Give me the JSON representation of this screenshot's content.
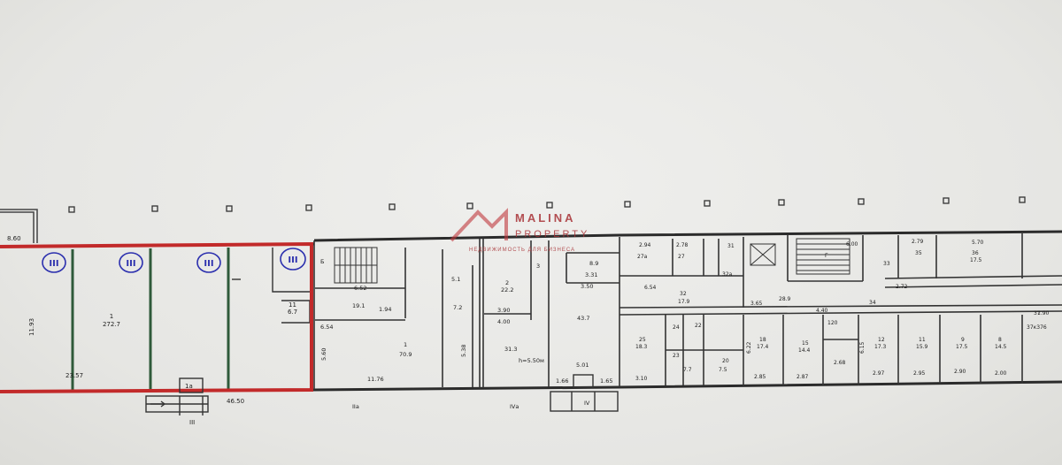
{
  "watermark": {
    "line1": "MALINA",
    "line2": "PROPERTY",
    "tagline": "НЕДВИЖИМОСТЬ ДЛЯ БИЗНЕСА",
    "color": "#c0383c"
  },
  "plan": {
    "highlight_color": "#c22a2a",
    "tenant_area": {
      "room": "1",
      "area": "272.7",
      "height": "11.93",
      "width": "23.57",
      "length": "46.50",
      "stamps": [
        "III",
        "III",
        "III",
        "III"
      ]
    },
    "labels": {
      "top_left_dim": "8.60",
      "room_1a": "1а",
      "roman_iii": "III",
      "roman_iia": "IIа",
      "roman_iva": "IVа",
      "roman_iv": "IV",
      "room_11": "11",
      "room_11_area": "6.7",
      "room_b": "Б",
      "room_g": "Г",
      "room_1_big": "1",
      "area_70_9": "70.9",
      "dim_11_76": "11.76",
      "dim_6_52": "6.52",
      "area_19_1": "19.1",
      "dim_1_94": "1.94",
      "dim_6_54": "6.54",
      "dim_5_60": "5.60",
      "dim_5_38": "5.38",
      "room_2": "2",
      "area_22_2": "22.2",
      "dim_3_90": "3.90",
      "dim_4_00": "4.00",
      "area_31_3": "31.3",
      "note_h": "h=5.50м",
      "room_3": "3",
      "area_5_1": "5.1",
      "area_7_2": "7.2",
      "area_8_9": "8.9",
      "dim_3_31": "3.31",
      "dim_3_50": "3.50",
      "area_43_7": "43.7",
      "dim_5_01": "5.01",
      "dim_1_66": "1.66",
      "dim_1_65": "1.65",
      "room_27a": "27а",
      "dim_2_94": "2.94",
      "dim_2_78": "2.78",
      "room_27": "27",
      "room_31": "31",
      "room_32a": "32а",
      "room_32": "32",
      "area_17_9": "17.9",
      "dim_6_54b": "6.54",
      "area_28_9": "28.9",
      "dim_3_65": "3.65",
      "dim_6_00": "6.00",
      "room_33": "33",
      "room_35": "35",
      "room_36": "36",
      "area_17_5": "17.5",
      "dim_5_70": "5.70",
      "dim_2_72": "2.72",
      "dim_2_79": "2.79",
      "room_25": "25",
      "area_18_3": "18.3",
      "room_24": "24",
      "room_23": "23",
      "room_22": "22",
      "room_20": "20",
      "area_7_5": "7.5",
      "area_7_7": "7.7",
      "room_18": "18",
      "area_17_4": "17.4",
      "room_15": "15",
      "area_14_4": "14.4",
      "room_12": "12",
      "area_17_3": "17.3",
      "room_11b": "11",
      "area_15_9": "15.9",
      "room_9": "9",
      "area_17_5b": "17.5",
      "room_8": "8",
      "area_14_5": "14.5",
      "room_37": "37",
      "area_37": "37к376",
      "dim_3_10": "3.10",
      "dim_2_85": "2.85",
      "dim_2_87": "2.87",
      "dim_2_97": "2.97",
      "dim_2_95": "2.95",
      "dim_2_90": "2.90",
      "dim_2_68": "2.68",
      "dim_2_00": "2.00",
      "dim_4_40": "4.40",
      "dim_6_22": "6.22",
      "dim_6_15": "6.15",
      "dim_1_90": "1.90",
      "room_120": "120",
      "room_34": "34"
    }
  }
}
